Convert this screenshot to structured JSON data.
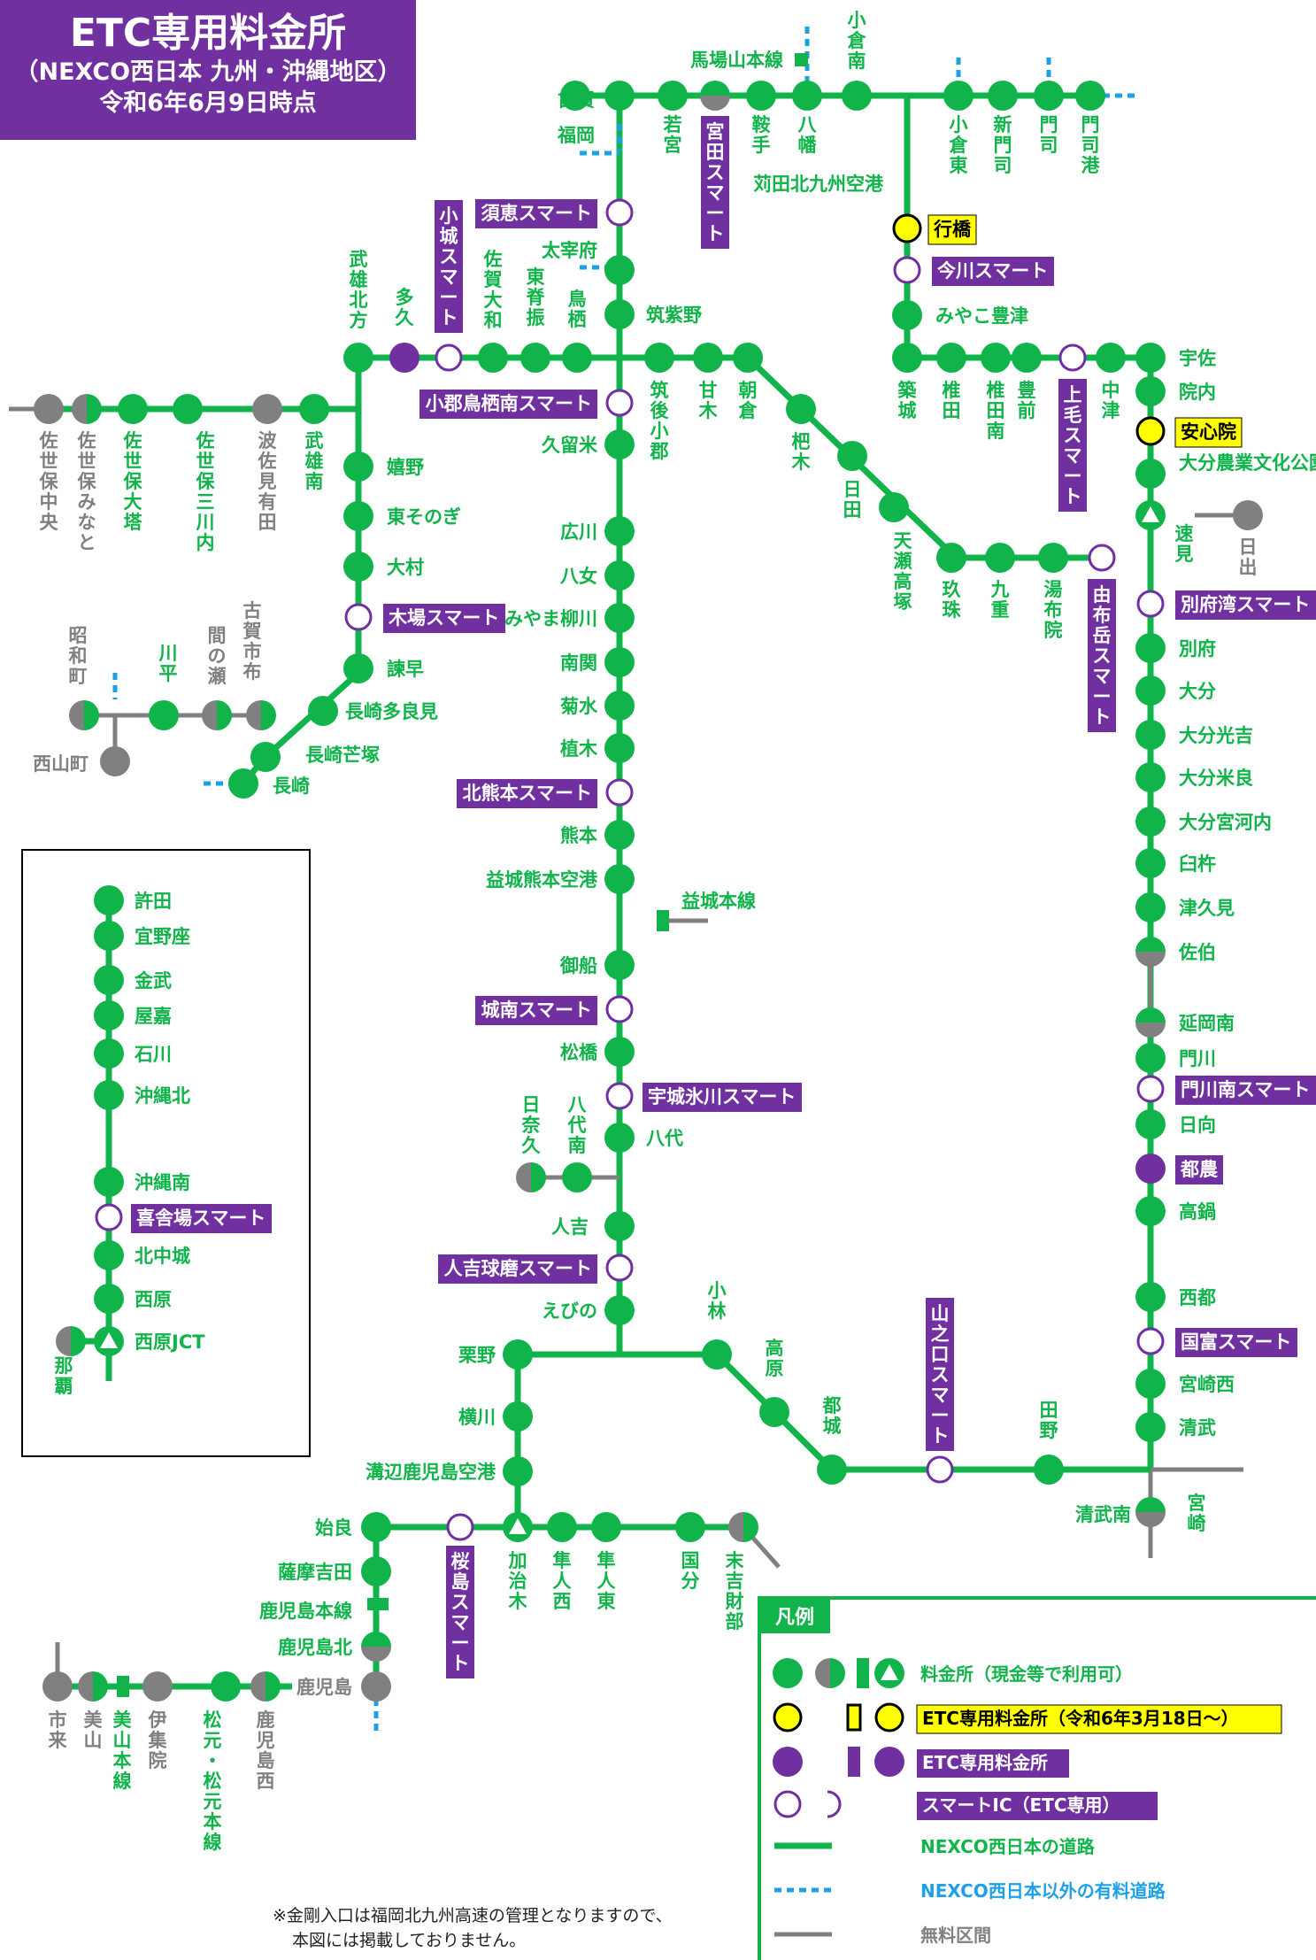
{
  "header": {
    "title": "ETC専用料金所",
    "subtitle": "（NEXCO西日本 九州・沖縄地区）",
    "date": "令和6年6月9日時点"
  },
  "colors": {
    "nexco_green": "#10b44a",
    "etc_purple": "#7030a0",
    "etc_new_yellow": "#ffff00",
    "free_gray": "#808080",
    "other_blue": "#1ea0e6"
  },
  "legend": {
    "title": "凡例",
    "toll_cash": "料金所（現金等で利用可）",
    "etc_new": "ETC専用料金所（令和6年3月18日～）",
    "etc_only": "ETC専用料金所",
    "smart": "スマートIC（ETC専用）",
    "nexco_road": "NEXCO西日本の道路",
    "other_toll": "NEXCO西日本以外の有料道路",
    "free": "無料区間"
  },
  "note_lines": [
    "※金剛入口は福岡北九州高速の管理となりますので、",
    "本図には掲載しておりません。"
  ],
  "stations": {
    "koga": "古賀",
    "fukuoka": "福岡",
    "wakamiya": "若宮",
    "miyata_smart": "宮田スマート",
    "kurate": "鞍手",
    "yahata": "八幡",
    "babayama": "馬場山本線",
    "kokura_minami": "小倉南",
    "kokura_higashi": "小倉東",
    "shinmoji": "新門司",
    "moji": "門司",
    "mojiko": "門司港",
    "kanda": "苅田北九州空港",
    "yukuhashi": "行橋",
    "imagawa": "今川スマート",
    "miyako": "みやこ豊津",
    "chikujo": "築城",
    "shiida": "椎田",
    "shiida_minami": "椎田南",
    "buzen": "豊前",
    "kouge_smart": "上毛スマート",
    "nakatsu": "中津",
    "usa": "宇佐",
    "innai": "院内",
    "ajimu": "安心院",
    "oita_nogyo": "大分農業文化公園",
    "hayami": "速見",
    "hiji": "日出",
    "beppuwan": "別府湾スマート",
    "beppu": "別府",
    "oita": "大分",
    "oita_kosai": "大分光吉",
    "oita_mera": "大分米良",
    "oita_miyakawauchi": "大分宮河内",
    "usuki": "臼杵",
    "tsukumi": "津久見",
    "saiki": "佐伯",
    "nobeoka_minami": "延岡南",
    "kadogawa": "門川",
    "kadogawa_minami": "門川南スマート",
    "hyuga": "日向",
    "tsuno": "都農",
    "takanabe": "高鍋",
    "saito": "西都",
    "kunitomi": "国富スマート",
    "miyazaki_nishi": "宮崎西",
    "kiyotake": "清武",
    "kiyotake_minami": "清武南",
    "miyazaki": "宮崎",
    "tano": "田野",
    "yamanokuchi": "山之口スマート",
    "miyakonojo": "都城",
    "takaharu": "高原",
    "kobayashi": "小林",
    "ebino": "えびの",
    "kurino": "栗野",
    "yokogawa": "横川",
    "mizobe": "溝辺鹿児島空港",
    "aira": "始良",
    "satsuma_yoshida": "薩摩吉田",
    "kagoshima_honsen": "鹿児島本線",
    "kagoshima_kita": "鹿児島北",
    "kagoshima": "鹿児島",
    "sakurajima_smart": "桜島スマート",
    "kajiki": "加治木",
    "hayato_nishi": "隼人西",
    "hayato_higashi": "隼人東",
    "kokubu": "国分",
    "sueyoshi": "末吉財部",
    "ichiki": "市来",
    "miyama": "美山",
    "miyama_honsen": "美山本線",
    "ijuin": "伊集院",
    "matsumoto": "松元・松元本線",
    "kagoshima_nishi": "鹿児島西",
    "sue_smart": "須恵スマート",
    "dazaifu": "太宰府",
    "chikushino": "筑紫野",
    "ogori_smart": "小郡鳥栖南スマート",
    "kurume": "久留米",
    "hirokawa": "広川",
    "yame": "八女",
    "miyama_yanagawa": "みやま柳川",
    "nankan": "南関",
    "kikusui": "菊水",
    "ueki": "植木",
    "kitakumamoto": "北熊本スマート",
    "kumamoto": "熊本",
    "mashiki_kuko": "益城熊本空港",
    "mashiki_honsen": "益城本線",
    "mifune": "御船",
    "jonan_smart": "城南スマート",
    "matsubase": "松橋",
    "uki_smart": "宇城氷川スマート",
    "yatsushiro": "八代",
    "hinagu": "日奈久",
    "yatsushiro_minami": "八代南",
    "hitoyoshi": "人吉",
    "hitoyoshi_kuma": "人吉球磨スマート",
    "chikugo_ogori": "筑後小郡",
    "amagi": "甘木",
    "asakura": "朝倉",
    "haki": "杷木",
    "hita": "日田",
    "amagase": "天瀬高塚",
    "kusu": "玖珠",
    "kokonoe": "九重",
    "yufuin": "湯布院",
    "yufudake": "由布岳スマート",
    "takeo_kita": "武雄北方",
    "taku": "多久",
    "ogi_smart": "小城スマート",
    "saga_yamato": "佐賀大和",
    "higashisefuri": "東脊振",
    "tosu": "鳥栖",
    "sasebo_chuo": "佐世保中央",
    "sasebo_minato": "佐世保みなと",
    "sasebo_otou": "佐世保大塔",
    "sasebo_mikawa": "佐世保三川内",
    "hasami": "波佐見有田",
    "takeo_minami": "武雄南",
    "ureshino": "嬉野",
    "higashisonogi": "東そのぎ",
    "omura": "大村",
    "kiba_smart": "木場スマート",
    "isahaya": "諫早",
    "nagasaki_tarami": "長崎多良見",
    "nagasaki_shibatsuka": "長崎芒塚",
    "nagasaki": "長崎",
    "showamachi": "昭和町",
    "kawahira": "川平",
    "mase": "間の瀬",
    "kogaichibu": "古賀市布",
    "nishiyama": "西山町",
    "kyoda": "許田",
    "ginoza": "宜野座",
    "kin": "金武",
    "yaka": "屋嘉",
    "ishikawa": "石川",
    "okinawa_kita": "沖縄北",
    "okinawa_minami": "沖縄南",
    "kishaba": "喜舎場スマート",
    "kitanakagusuku": "北中城",
    "nishihara": "西原",
    "nishihara_jct": "西原JCT",
    "naha": "那覇"
  }
}
